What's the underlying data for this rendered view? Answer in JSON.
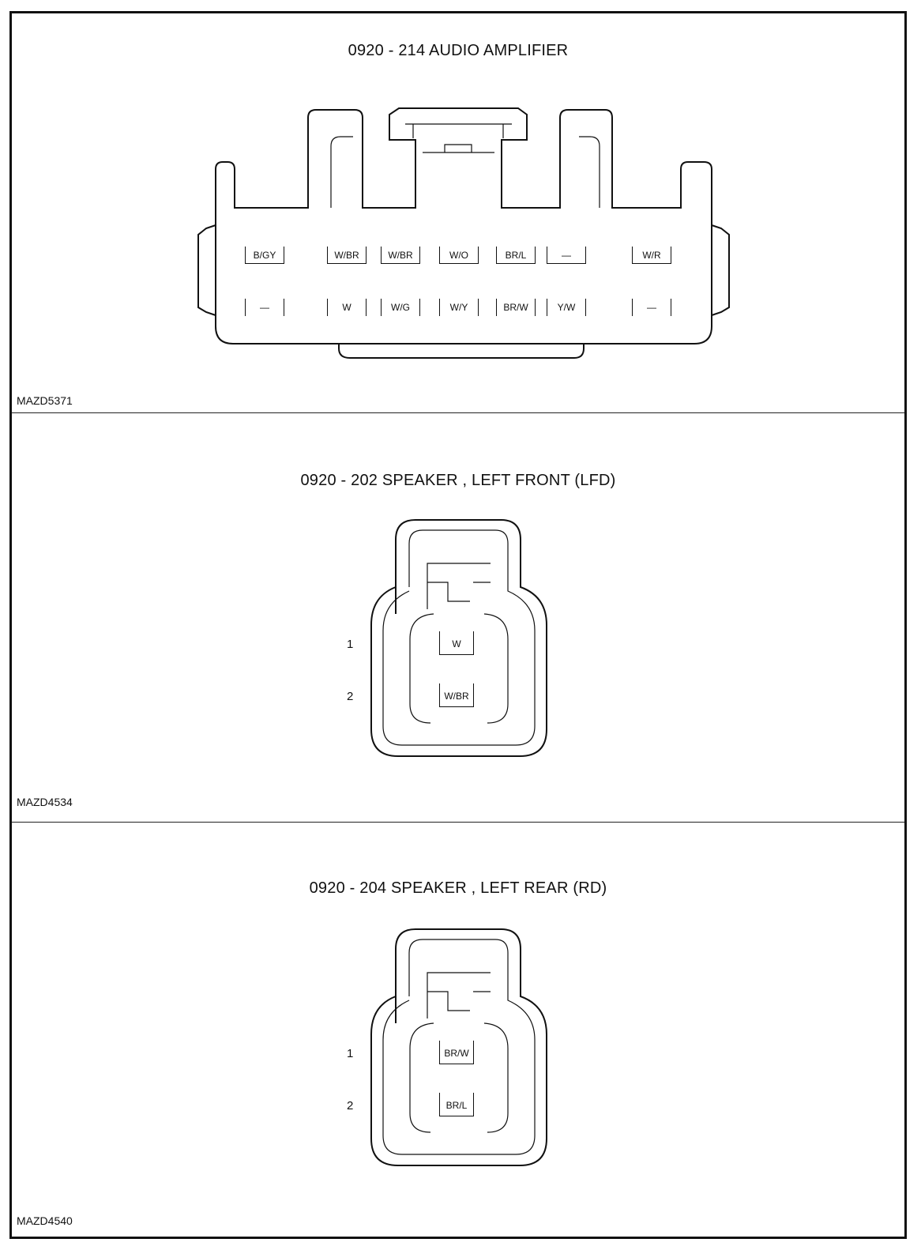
{
  "amplifier": {
    "title": "0920 - 214 AUDIO AMPLIFIER",
    "code": "MAZD5371",
    "row1": [
      "B/GY",
      "W/BR",
      "W/BR",
      "W/O",
      "BR/L",
      "—",
      "W/R"
    ],
    "row2": [
      "—",
      "W",
      "W/G",
      "W/Y",
      "BR/W",
      "Y/W",
      "—"
    ]
  },
  "speaker_front": {
    "title": "0920 - 202 SPEAKER , LEFT FRONT (LFD)",
    "code": "MAZD4534",
    "pins": [
      {
        "number": "1",
        "wire": "W"
      },
      {
        "number": "2",
        "wire": "W/BR"
      }
    ]
  },
  "speaker_rear": {
    "title": "0920 - 204 SPEAKER , LEFT REAR (RD)",
    "code": "MAZD4540",
    "pins": [
      {
        "number": "1",
        "wire": "BR/W"
      },
      {
        "number": "2",
        "wire": "BR/L"
      }
    ]
  }
}
